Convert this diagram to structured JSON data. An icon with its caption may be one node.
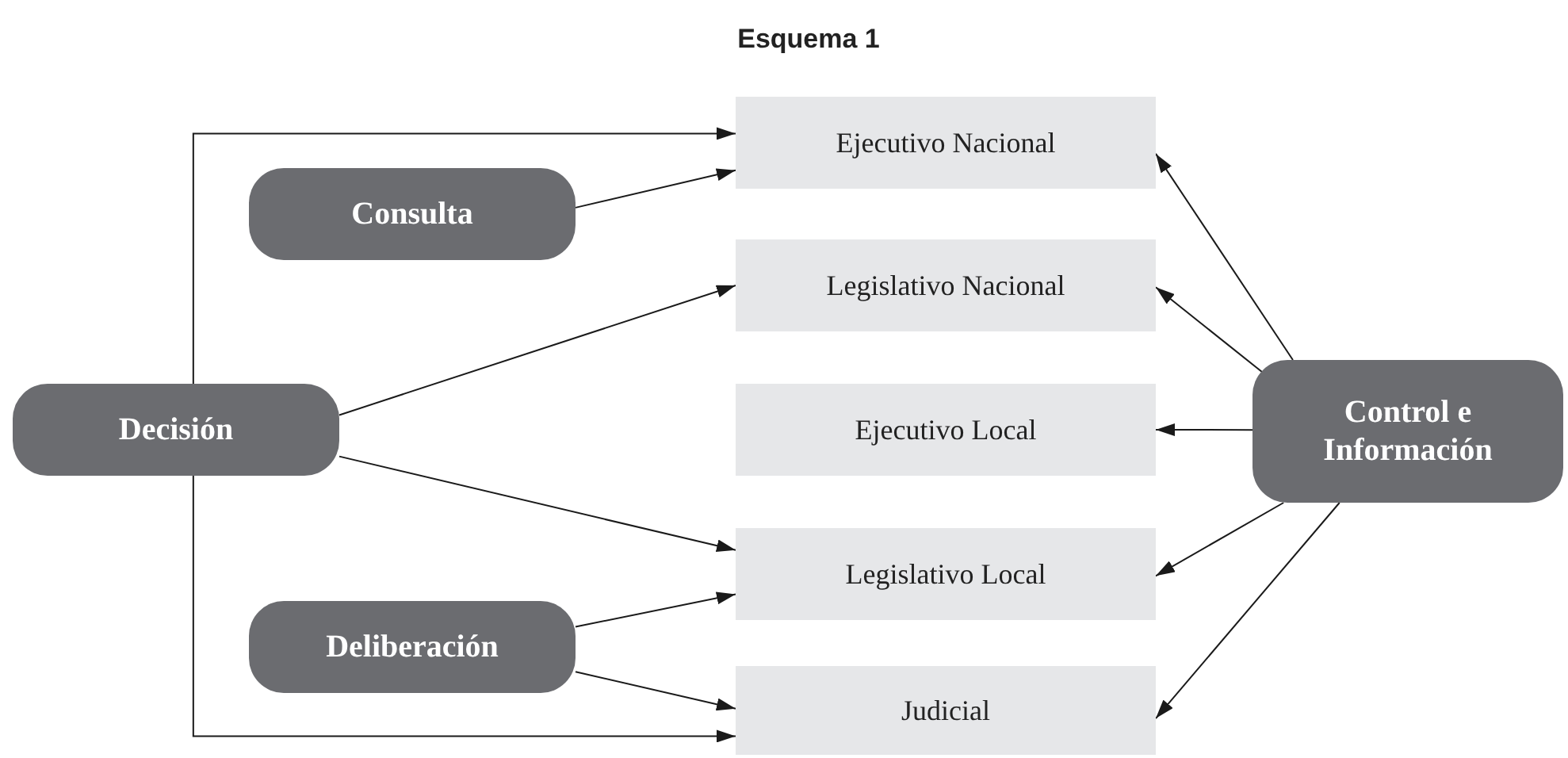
{
  "diagram": {
    "title": "Esquema 1",
    "nodes": [
      {
        "text": [
          "Decisión"
        ]
      },
      {
        "text": [
          "Consulta"
        ]
      },
      {
        "text": [
          "Deliberación"
        ]
      },
      {
        "text": [
          "Ejecutivo Nacional"
        ]
      },
      {
        "text": [
          "Legislativo Nacional"
        ]
      },
      {
        "text": [
          "Ejecutivo Local"
        ]
      },
      {
        "text": [
          "Legislativo Local"
        ]
      },
      {
        "text": [
          "Judicial"
        ]
      },
      {
        "text": [
          "Control e Información"
        ]
      }
    ],
    "edges": [
      {
        "from": 0,
        "to": 3,
        "arrow": "to"
      },
      {
        "from": 1,
        "to": 3,
        "arrow": "to"
      },
      {
        "from": 0,
        "to": 4,
        "arrow": "to"
      },
      {
        "from": 0,
        "to": 6,
        "arrow": "to"
      },
      {
        "from": 2,
        "to": 6,
        "arrow": "to"
      },
      {
        "from": 2,
        "to": 7,
        "arrow": "to"
      },
      {
        "from": 0,
        "to": 7,
        "arrow": "to"
      },
      {
        "from": 8,
        "to": 3,
        "arrow": "to"
      },
      {
        "from": 8,
        "to": 4,
        "arrow": "to"
      },
      {
        "from": 8,
        "to": 5,
        "arrow": "to"
      },
      {
        "from": 8,
        "to": 6,
        "arrow": "to"
      },
      {
        "from": 8,
        "to": 7,
        "arrow": "to"
      }
    ]
  }
}
